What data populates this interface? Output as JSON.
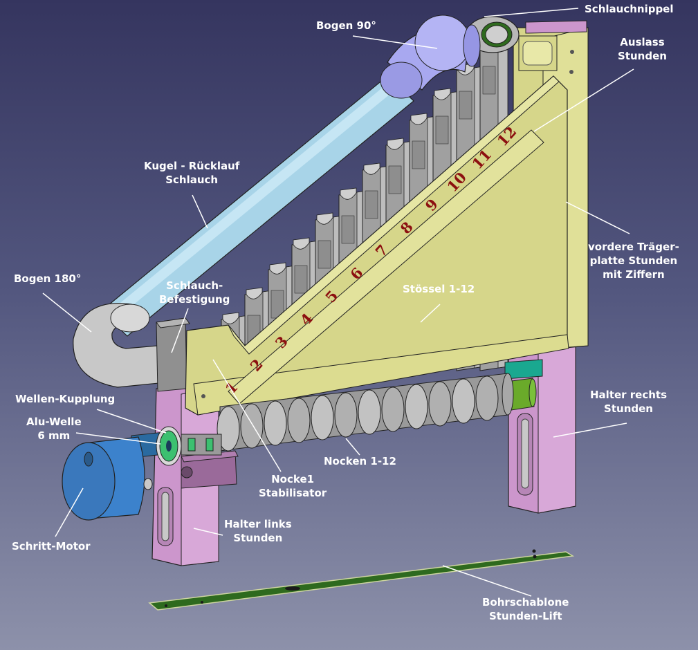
{
  "labels": {
    "schlauchnippel": "Schlauchnippel",
    "bogen90": "Bogen 90°",
    "auslass": "Auslass\nStunden",
    "ruecklauf": "Kugel - Rücklauf\nSchlauch",
    "bogen180": "Bogen 180°",
    "befestigung": "Schlauch-\nBefestigung",
    "stoessel": "Stössel 1-12",
    "traeger": "vordere Träger-\nplatte Stunden\nmit Ziffern",
    "kupplung": "Wellen-Kupplung",
    "welle": "Alu-Welle\n6 mm",
    "halter_rechts": "Halter rechts\nStunden",
    "nocken": "Nocken 1-12",
    "stabilisator": "Nocke1\nStabilisator",
    "motor": "Schritt-Motor",
    "halter_links": "Halter links\nStunden",
    "schablone": "Bohrschablone\nStunden-Lift"
  },
  "digits": [
    "1",
    "2",
    "3",
    "4",
    "5",
    "6",
    "7",
    "8",
    "9",
    "10",
    "11",
    "12"
  ],
  "colors": {
    "background_top": "#35355f",
    "background_bottom": "#8d91aa",
    "plate": "#d6d68a",
    "holder": "#cc96cc",
    "hose": "#a8d4e8",
    "bend90": "#a8a8f0",
    "bend180": "#c8c8c8",
    "tappet": "#a0a0a0",
    "motor": "#3c82cc",
    "template": "#2e6a1e",
    "digit": "#8c1010",
    "label": "#ffffff"
  }
}
